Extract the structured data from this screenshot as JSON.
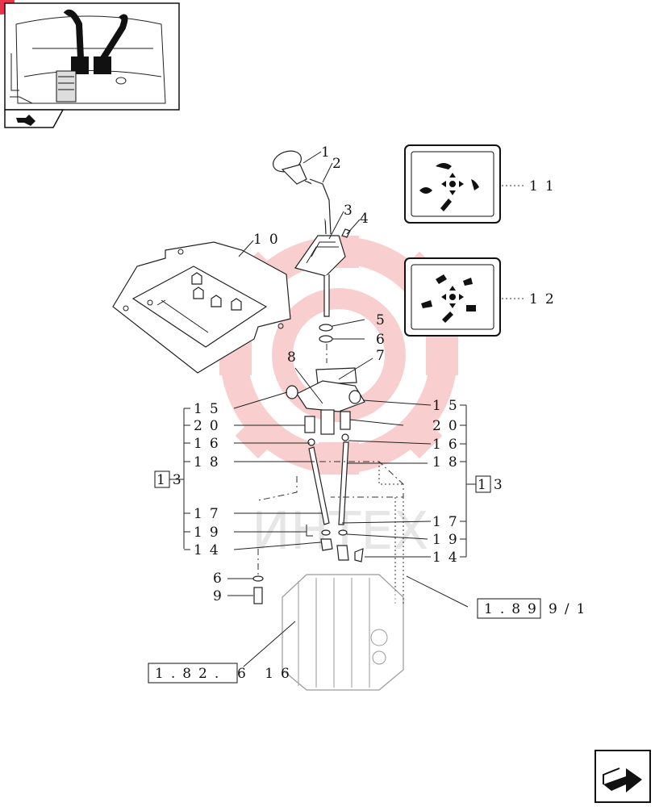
{
  "callouts": [
    "1",
    "2",
    "3",
    "4",
    "5",
    "6",
    "7",
    "8",
    "9",
    "10",
    "11",
    "12",
    "15",
    "20",
    "16",
    "18",
    "17",
    "19",
    "14",
    "13"
  ],
  "refs": {
    "ref_13": "13",
    "ref_1_89": "1.89",
    "ref_1_89_tail": "9/1",
    "ref_1_82": "1.82.",
    "ref_1_82_tail": "6 16"
  },
  "watermark": "ИНТЕХ",
  "colors": {
    "line": "#222222",
    "watermark_gear": "#f7c4c4",
    "badge": "#e8364a"
  },
  "icons": [
    "cab-controls-thumbnail-icon",
    "next-page-arrow-icon",
    "joystick-decal-icon"
  ]
}
